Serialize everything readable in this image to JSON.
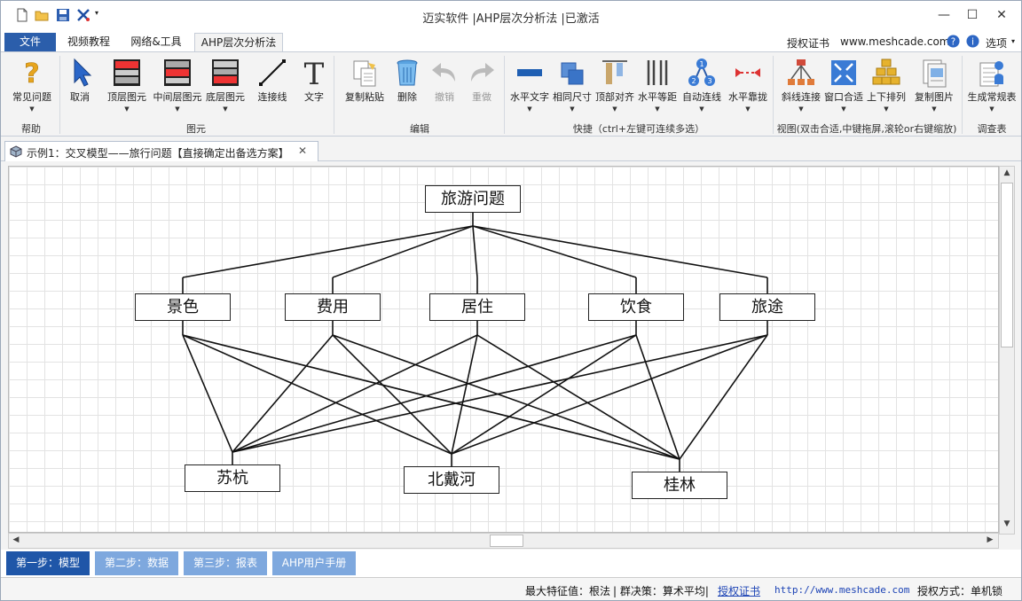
{
  "window": {
    "title": "迈实软件 |AHP层次分析法 |已激活",
    "minimize": "—",
    "maximize": "☐",
    "close": "✕"
  },
  "quick_access": [
    "new-file-icon",
    "open-folder-icon",
    "save-icon",
    "cut-tools-icon"
  ],
  "menu_tabs": [
    "文件",
    "视频教程",
    "网络&工具",
    "AHP层次分析法"
  ],
  "menu_right": {
    "license": "授权证书",
    "site": "www.meshcade.com",
    "options": "选项"
  },
  "ribbon": {
    "buttons": [
      {
        "label": "常见问题",
        "icon": "question-icon"
      },
      {
        "label": "取消",
        "icon": "cursor-icon"
      },
      {
        "label": "顶层图元",
        "icon": "top-layer-icon"
      },
      {
        "label": "中间层图元",
        "icon": "middle-layer-icon"
      },
      {
        "label": "底层图元",
        "icon": "bottom-layer-icon"
      },
      {
        "label": "连接线",
        "icon": "connector-line-icon"
      },
      {
        "label": "文字",
        "icon": "text-icon"
      },
      {
        "label": "复制粘贴",
        "icon": "copy-paste-icon"
      },
      {
        "label": "删除",
        "icon": "trash-icon"
      },
      {
        "label": "撤销",
        "icon": "undo-icon"
      },
      {
        "label": "重做",
        "icon": "redo-icon"
      },
      {
        "label": "水平文字",
        "icon": "horizontal-text-icon"
      },
      {
        "label": "相同尺寸",
        "icon": "same-size-icon"
      },
      {
        "label": "顶部对齐",
        "icon": "align-top-icon"
      },
      {
        "label": "水平等距",
        "icon": "horizontal-spacing-icon"
      },
      {
        "label": "自动连线",
        "icon": "auto-connect-icon"
      },
      {
        "label": "水平靠拢",
        "icon": "horizontal-gather-icon"
      },
      {
        "label": "斜线连接",
        "icon": "diagonal-connect-icon"
      },
      {
        "label": "窗口合适",
        "icon": "fit-window-icon"
      },
      {
        "label": "上下排列",
        "icon": "vertical-arrange-icon"
      },
      {
        "label": "复制图片",
        "icon": "copy-image-icon"
      },
      {
        "label": "生成常规表",
        "icon": "generate-table-icon"
      }
    ],
    "groups": [
      "帮助",
      "图元",
      "编辑",
      "快捷（ctrl+左键可连续多选）",
      "视图(双击合适,中键拖屏,滚轮or右键缩放)",
      "调查表"
    ]
  },
  "document_tab": {
    "label": "示例1：交叉模型——旅行问题【直接确定出备选方案】",
    "close": "✕"
  },
  "diagram": {
    "goal": "旅游问题",
    "criteria": [
      "景色",
      "费用",
      "居住",
      "饮食",
      "旅途"
    ],
    "alternatives": [
      "苏杭",
      "北戴河",
      "桂林"
    ]
  },
  "steps": [
    "第一步：模型",
    "第二步：数据",
    "第三步：报表",
    "AHP用户手册"
  ],
  "status": {
    "eigen": "最大特征值：根法",
    "group": "| 群决策：算术平均|",
    "license_link": "授权证书",
    "url": "http://www.meshcade.com",
    "auth": "授权方式：单机锁"
  }
}
